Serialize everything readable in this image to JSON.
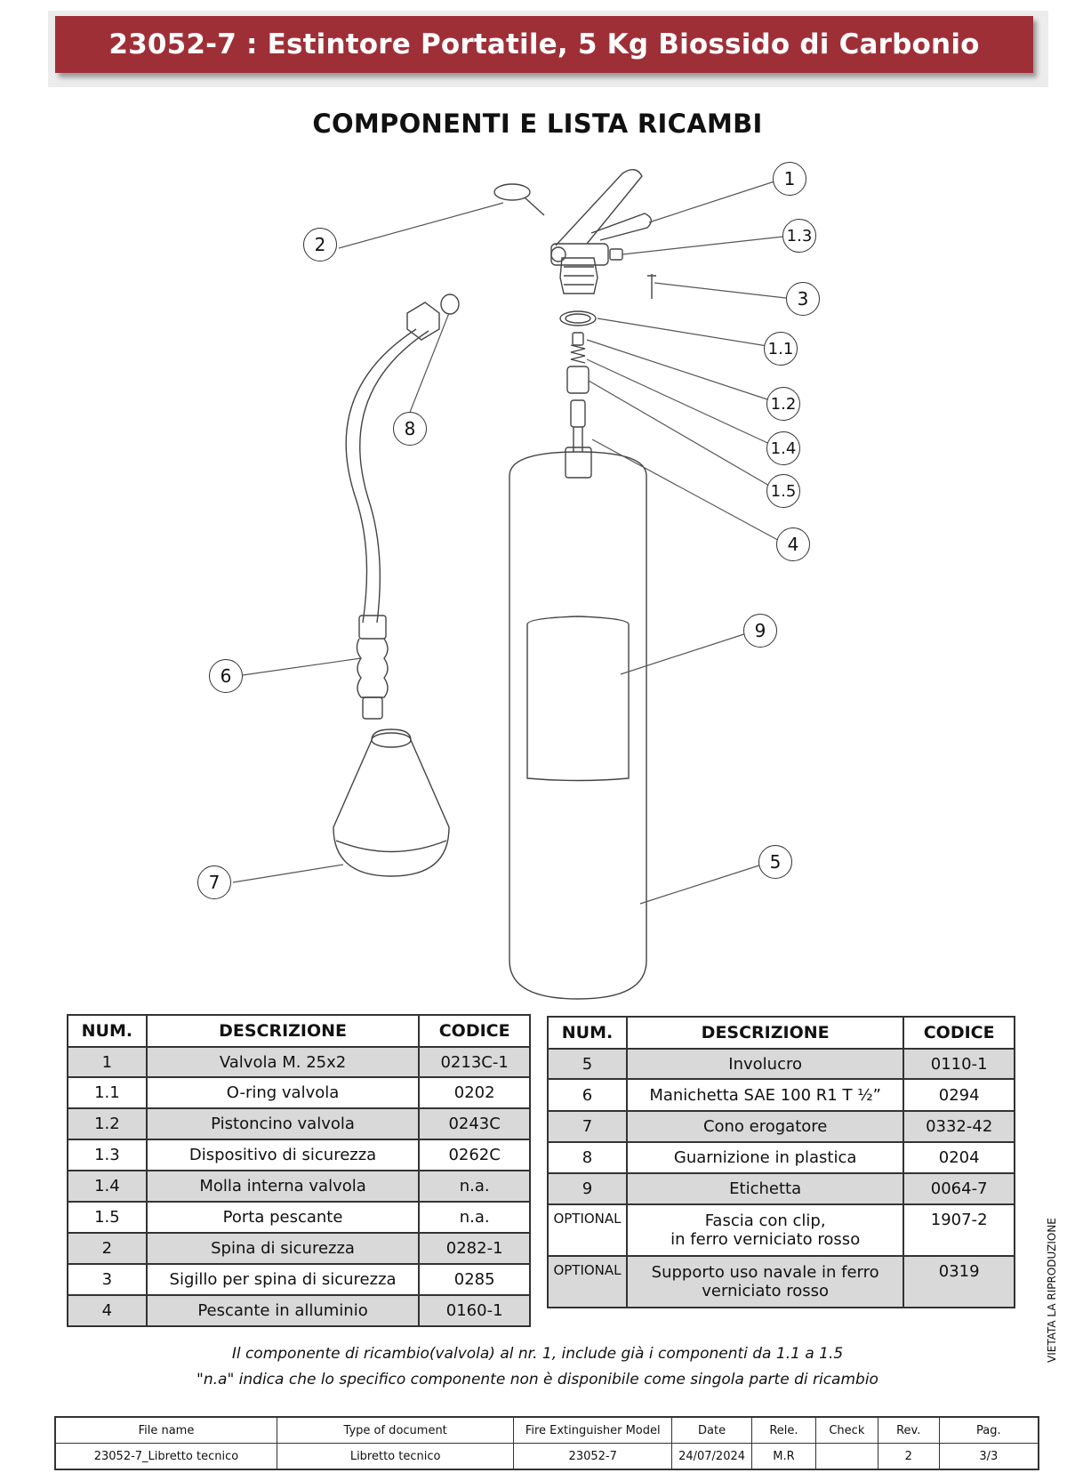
{
  "header": {
    "title": "23052-7 : Estintore Portatile, 5 Kg Biossido di Carbonio"
  },
  "subtitle": "COMPONENTI E LISTA RICAMBI",
  "callouts": [
    "1",
    "1.3",
    "2",
    "3",
    "1.1",
    "1.2",
    "8",
    "1.4",
    "1.5",
    "4",
    "9",
    "6",
    "5",
    "7"
  ],
  "table_left": {
    "headers": [
      "NUM.",
      "DESCRIZIONE",
      "CODICE"
    ],
    "rows": [
      [
        "1",
        "Valvola  M. 25x2",
        "0213C-1"
      ],
      [
        "1.1",
        "O-ring valvola",
        "0202"
      ],
      [
        "1.2",
        "Pistoncino valvola",
        "0243C"
      ],
      [
        "1.3",
        "Dispositivo di sicurezza",
        "0262C"
      ],
      [
        "1.4",
        "Molla interna valvola",
        "n.a."
      ],
      [
        "1.5",
        "Porta pescante",
        "n.a."
      ],
      [
        "2",
        "Spina di sicurezza",
        "0282-1"
      ],
      [
        "3",
        "Sigillo per spina di sicurezza",
        "0285"
      ],
      [
        "4",
        "Pescante in alluminio",
        "0160-1"
      ]
    ]
  },
  "table_right": {
    "headers": [
      "NUM.",
      "DESCRIZIONE",
      "CODICE"
    ],
    "rows": [
      [
        "5",
        "Involucro",
        "0110-1"
      ],
      [
        "6",
        "Manichetta SAE 100 R1 T ½”",
        "0294"
      ],
      [
        "7",
        "Cono erogatore",
        "0332-42"
      ],
      [
        "8",
        "Guarnizione in plastica",
        "0204"
      ],
      [
        "9",
        "Etichetta",
        "0064-7"
      ],
      [
        "OPTIONAL",
        "Fascia con clip,",
        "in ferro verniciato rosso",
        "1907-2"
      ],
      [
        "OPTIONAL",
        "Supporto uso navale in ferro",
        "verniciato rosso",
        "0319"
      ]
    ]
  },
  "notes": [
    "Il componente di ricambio(valvola) al nr. 1, include già i componenti da 1.1 a 1.5",
    "\"n.a\" indica che lo specifico componente non è disponibile come singola parte di ricambio"
  ],
  "side_text": "VIETATA LA RIPRODUZIONE",
  "footer": {
    "headers": [
      "File name",
      "Type of document",
      "Fire Extinguisher Model",
      "Date",
      "Rele.",
      "Check",
      "Rev.",
      "Pag."
    ],
    "values": [
      "23052-7_Libretto tecnico",
      "Libretto tecnico",
      "23052-7",
      "24/07/2024",
      "M.R",
      "",
      "2",
      "3/3"
    ]
  }
}
